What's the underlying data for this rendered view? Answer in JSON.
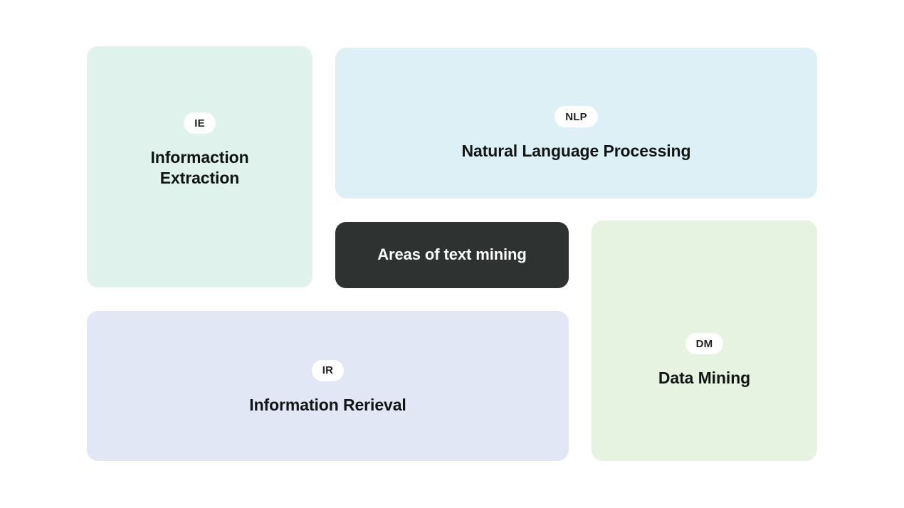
{
  "diagram": {
    "title": "Areas of text mining",
    "background_color": "#ffffff",
    "center": {
      "label": "Areas of text mining",
      "background_color": "#2e3331",
      "text_color": "#ffffff"
    },
    "cards": [
      {
        "key": "ie",
        "badge": "IE",
        "title": "Informaction Extraction",
        "background_color": "#dff3ec"
      },
      {
        "key": "nlp",
        "badge": "NLP",
        "title": "Natural Language Processing",
        "background_color": "#ddf0f5"
      },
      {
        "key": "ir",
        "badge": "IR",
        "title": "Information Rerieval",
        "background_color": "#e1e7f4"
      },
      {
        "key": "dm",
        "badge": "DM",
        "title": "Data Mining",
        "background_color": "#e7f3e1"
      }
    ]
  }
}
